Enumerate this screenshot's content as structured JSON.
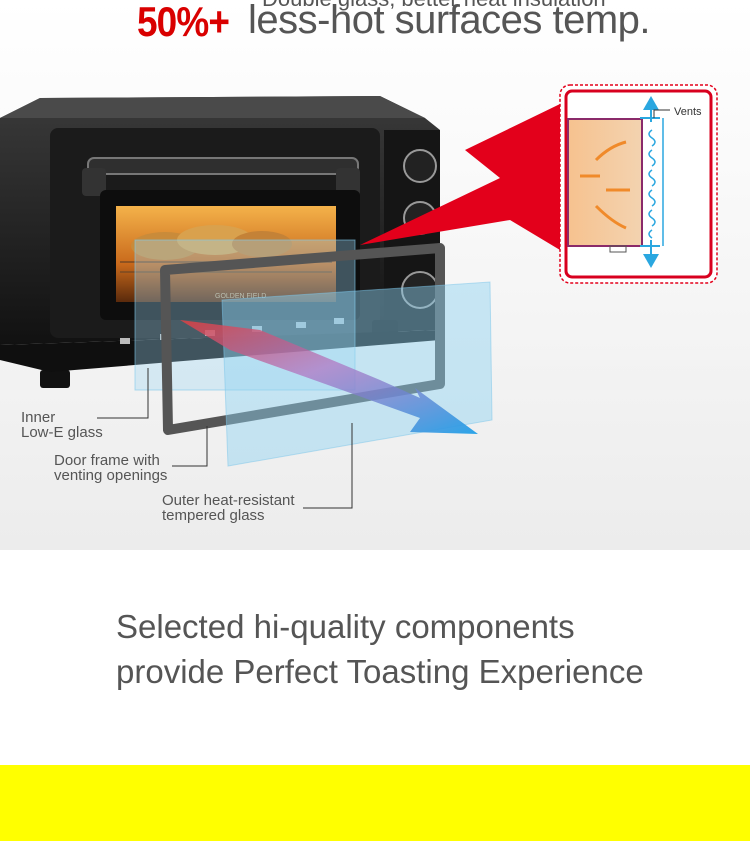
{
  "header": {
    "subheadline": "Double glass, better heat insulation",
    "percent": "50%+",
    "headline": "less-hot surfaces temp."
  },
  "illustration": {
    "brand_print": "GOLDEN FIELD",
    "vents_label": "Vents",
    "callouts": {
      "inner_glass_line1": "Inner",
      "inner_glass_line2": "Low-E glass",
      "door_frame_line1": "Door frame with",
      "door_frame_line2": "venting openings",
      "outer_glass_line1": "Outer heat-resistant",
      "outer_glass_line2": "tempered glass"
    }
  },
  "tagline": {
    "line1": "Selected hi-quality components",
    "line2": "provide Perfect Toasting Experience"
  },
  "colors": {
    "accent_red": "#d90000",
    "band_yellow": "#ffff00",
    "heat_orange": "#f7c08a",
    "airflow_blue": "#2aa7e0"
  }
}
